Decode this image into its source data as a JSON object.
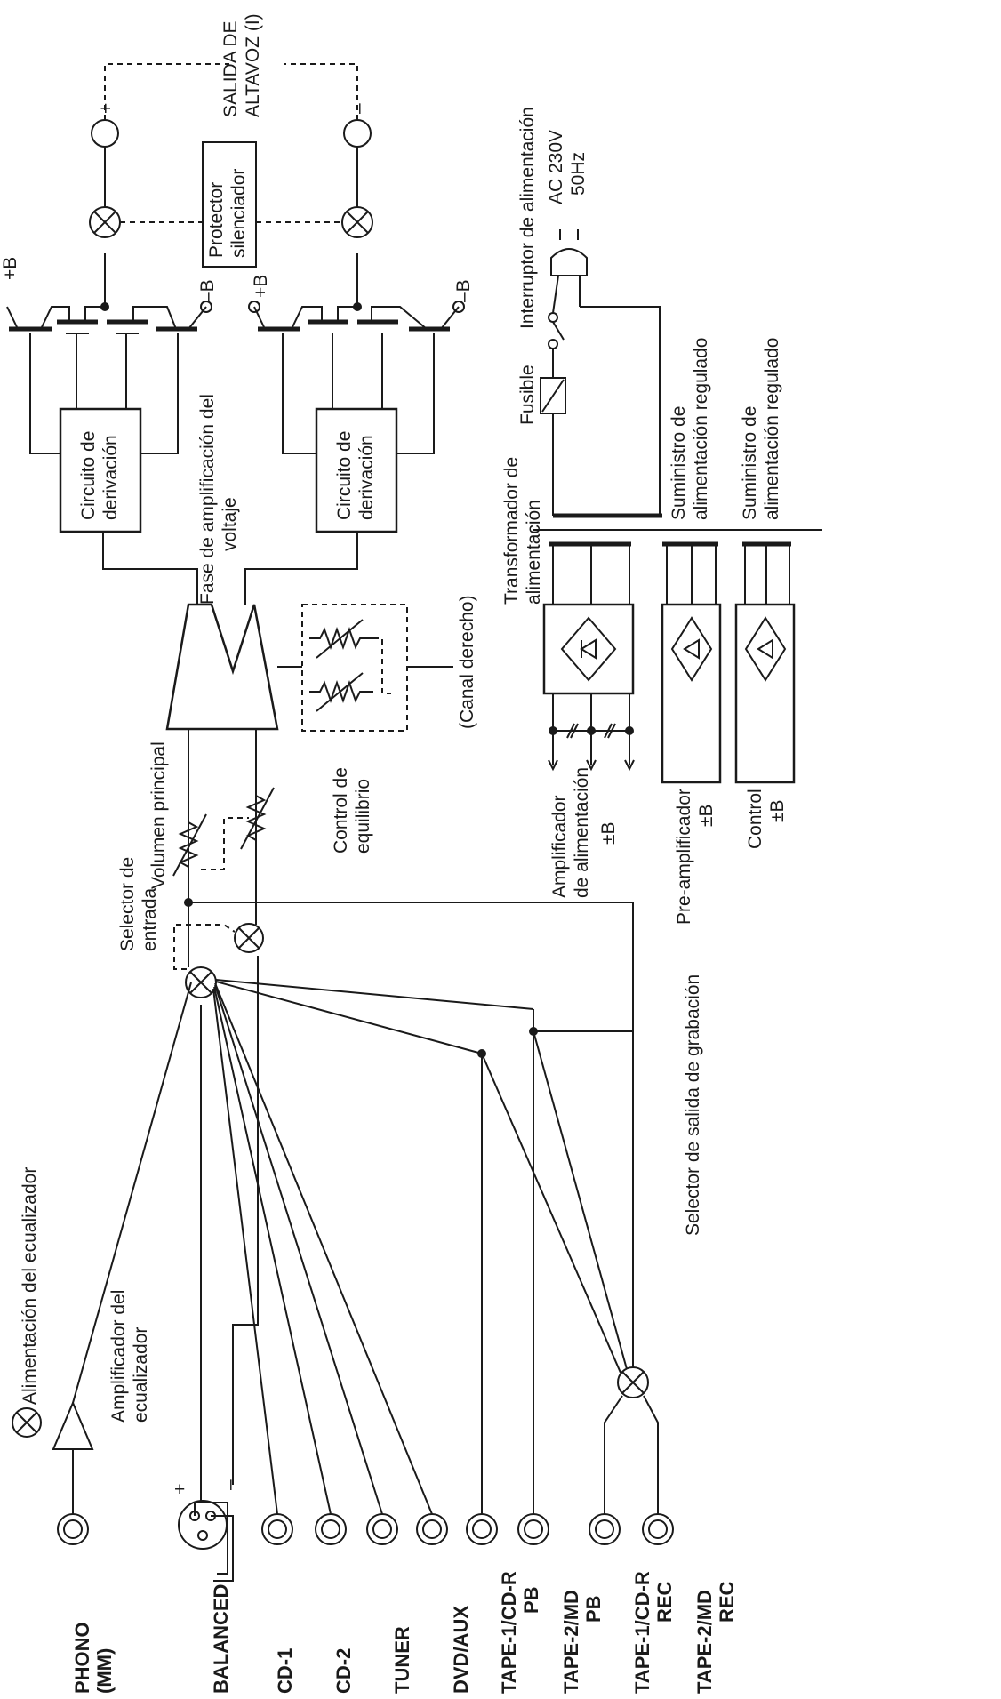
{
  "jacks": [
    {
      "id": "phono",
      "lines": [
        "PHONO",
        "(MM)"
      ]
    },
    {
      "id": "balanced",
      "lines": [
        "BALANCED"
      ]
    },
    {
      "id": "cd1",
      "lines": [
        "CD-1"
      ]
    },
    {
      "id": "cd2",
      "lines": [
        "CD-2"
      ]
    },
    {
      "id": "tuner",
      "lines": [
        "TUNER"
      ]
    },
    {
      "id": "dvdaux",
      "lines": [
        "DVD/AUX"
      ]
    },
    {
      "id": "tape1pb",
      "lines": [
        "TAPE-1/CD-R",
        "PB"
      ]
    },
    {
      "id": "tape2pb",
      "lines": [
        "TAPE-2/MD",
        "PB"
      ]
    },
    {
      "id": "tape1rec",
      "lines": [
        "TAPE-1/CD-R",
        "REC"
      ]
    },
    {
      "id": "tape2rec",
      "lines": [
        "TAPE-2/MD",
        "REC"
      ]
    }
  ],
  "labels": {
    "eq_power": "Alimentación del ecualizador",
    "eq_amp": [
      "Amplificador del",
      "ecualizador"
    ],
    "input_selector": [
      "Selector de",
      "entrada"
    ],
    "rec_selector": "Selector de salida de grabación",
    "master_volume": "Volumen principal",
    "balance": [
      "Control de",
      "equilibrio"
    ],
    "right_channel": "(Canal derecho)",
    "voltage_stage": [
      "Fase de amplificación del",
      "voltaje"
    ],
    "bias": [
      "Circuito de",
      "derivación"
    ],
    "protector": [
      "Protector",
      "silenciador"
    ],
    "speaker_out": [
      "SALIDA DE",
      "ALTAVOZ (I)"
    ],
    "plus": "+",
    "minus": "–",
    "plus_b": "+B",
    "minus_b": "–B",
    "power_switch": "Interruptor de alimentación",
    "ac": [
      "AC 230V",
      "50Hz"
    ],
    "fuse": "Fusible",
    "transformer": [
      "Transformador de",
      "alimentación"
    ],
    "regulated_supply": [
      "Suministro de",
      "alimentación regulado"
    ],
    "power_amp": [
      "Amplificador",
      "de alimentación",
      "±B"
    ],
    "preamp": [
      "Pre-amplificador",
      "±B"
    ],
    "control": [
      "Control",
      "±B"
    ]
  }
}
